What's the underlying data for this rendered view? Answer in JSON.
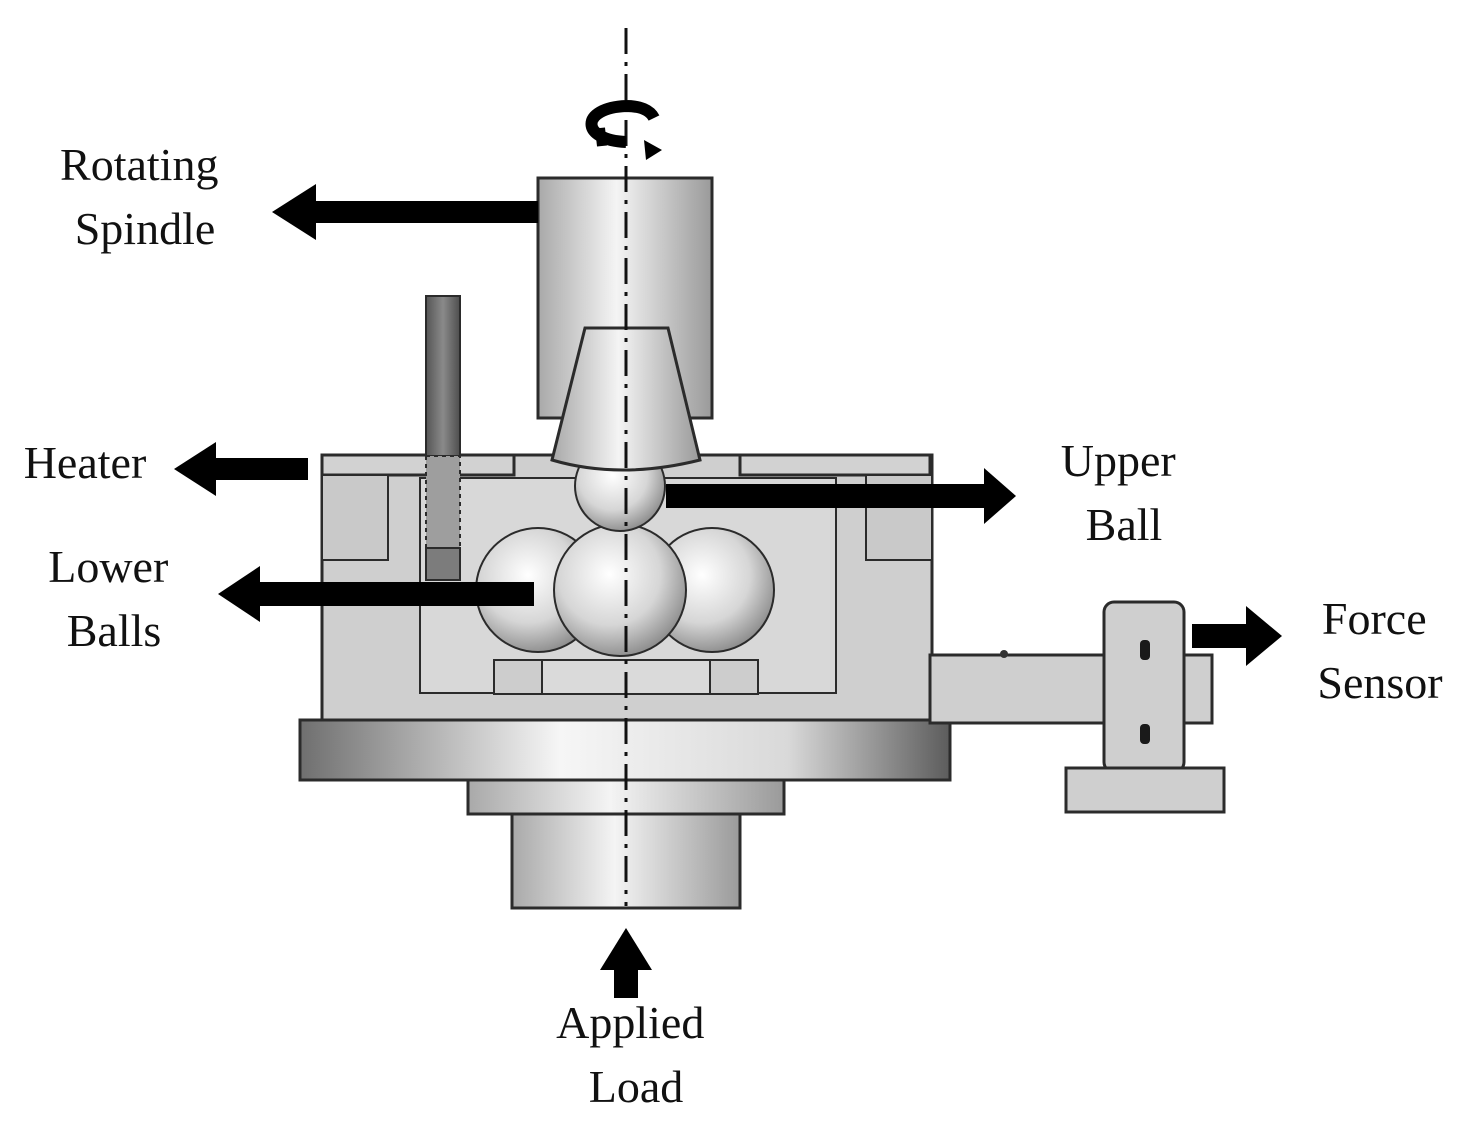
{
  "labels": {
    "rotating_spindle": [
      "Rotating",
      "Spindle"
    ],
    "heater": [
      "Heater"
    ],
    "lower_balls": [
      "Lower",
      "Balls"
    ],
    "upper_ball": [
      "Upper",
      "Ball"
    ],
    "force_sensor": [
      "Force",
      "Sensor"
    ],
    "applied_load": [
      "Applied",
      "Load"
    ]
  },
  "colors": {
    "part_fill": "#cfcfcf",
    "part_stroke": "#2b2b2b",
    "arrow": "#000000",
    "heater_rod": "#6e6e6e"
  }
}
